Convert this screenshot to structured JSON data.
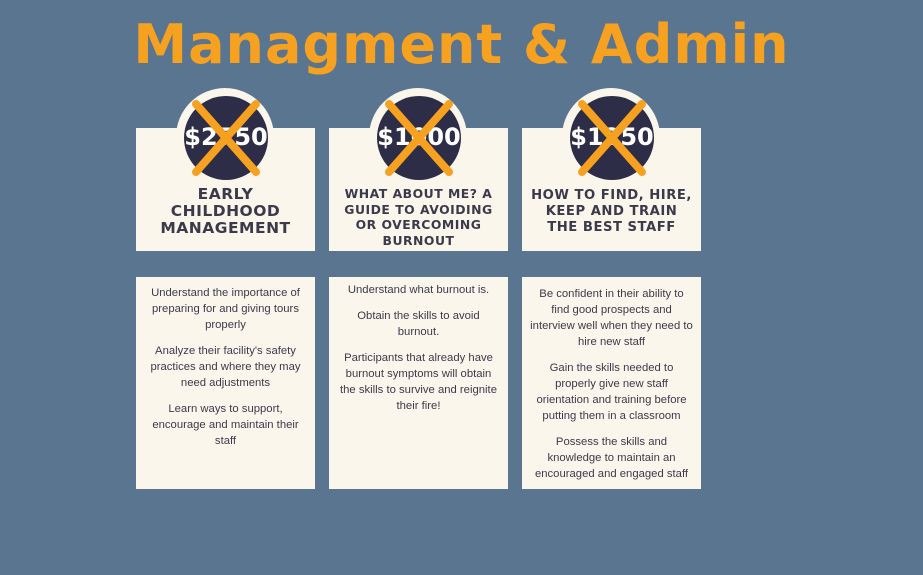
{
  "page": {
    "title": "Managment & Admin",
    "title_color": "#f6a11f",
    "background_color": "#5a7590",
    "card_color": "#fbf6ec",
    "badge_color": "#2e2d48",
    "cross_color": "#f6a11f"
  },
  "courses": [
    {
      "price": "$2750",
      "title": "EARLY CHILDHOOD MANAGEMENT",
      "outcomes": [
        "Understand the importance of preparing for and giving tours properly",
        "Analyze their facility's safety practices and where they may need adjustments",
        "Learn ways to support, encourage and maintain their staff"
      ]
    },
    {
      "price": "$1000",
      "title": "WHAT ABOUT ME? A GUIDE TO AVOIDING OR OVERCOMING BURNOUT",
      "outcomes": [
        "Understand what burnout is.",
        "Obtain the skills to avoid burnout.",
        "Participants that already have burnout symptoms will obtain the skills to survive and reignite their fire!"
      ]
    },
    {
      "price": "$1250",
      "title": "HOW TO FIND, HIRE, KEEP AND TRAIN THE BEST STAFF",
      "outcomes": [
        "Be confident in their ability to find good prospects and interview well when they need to hire new staff",
        "Gain the skills needed to properly give new staff orientation and training before putting them in a classroom",
        "Possess the skills and knowledge to maintain an encouraged and engaged staff"
      ]
    }
  ]
}
